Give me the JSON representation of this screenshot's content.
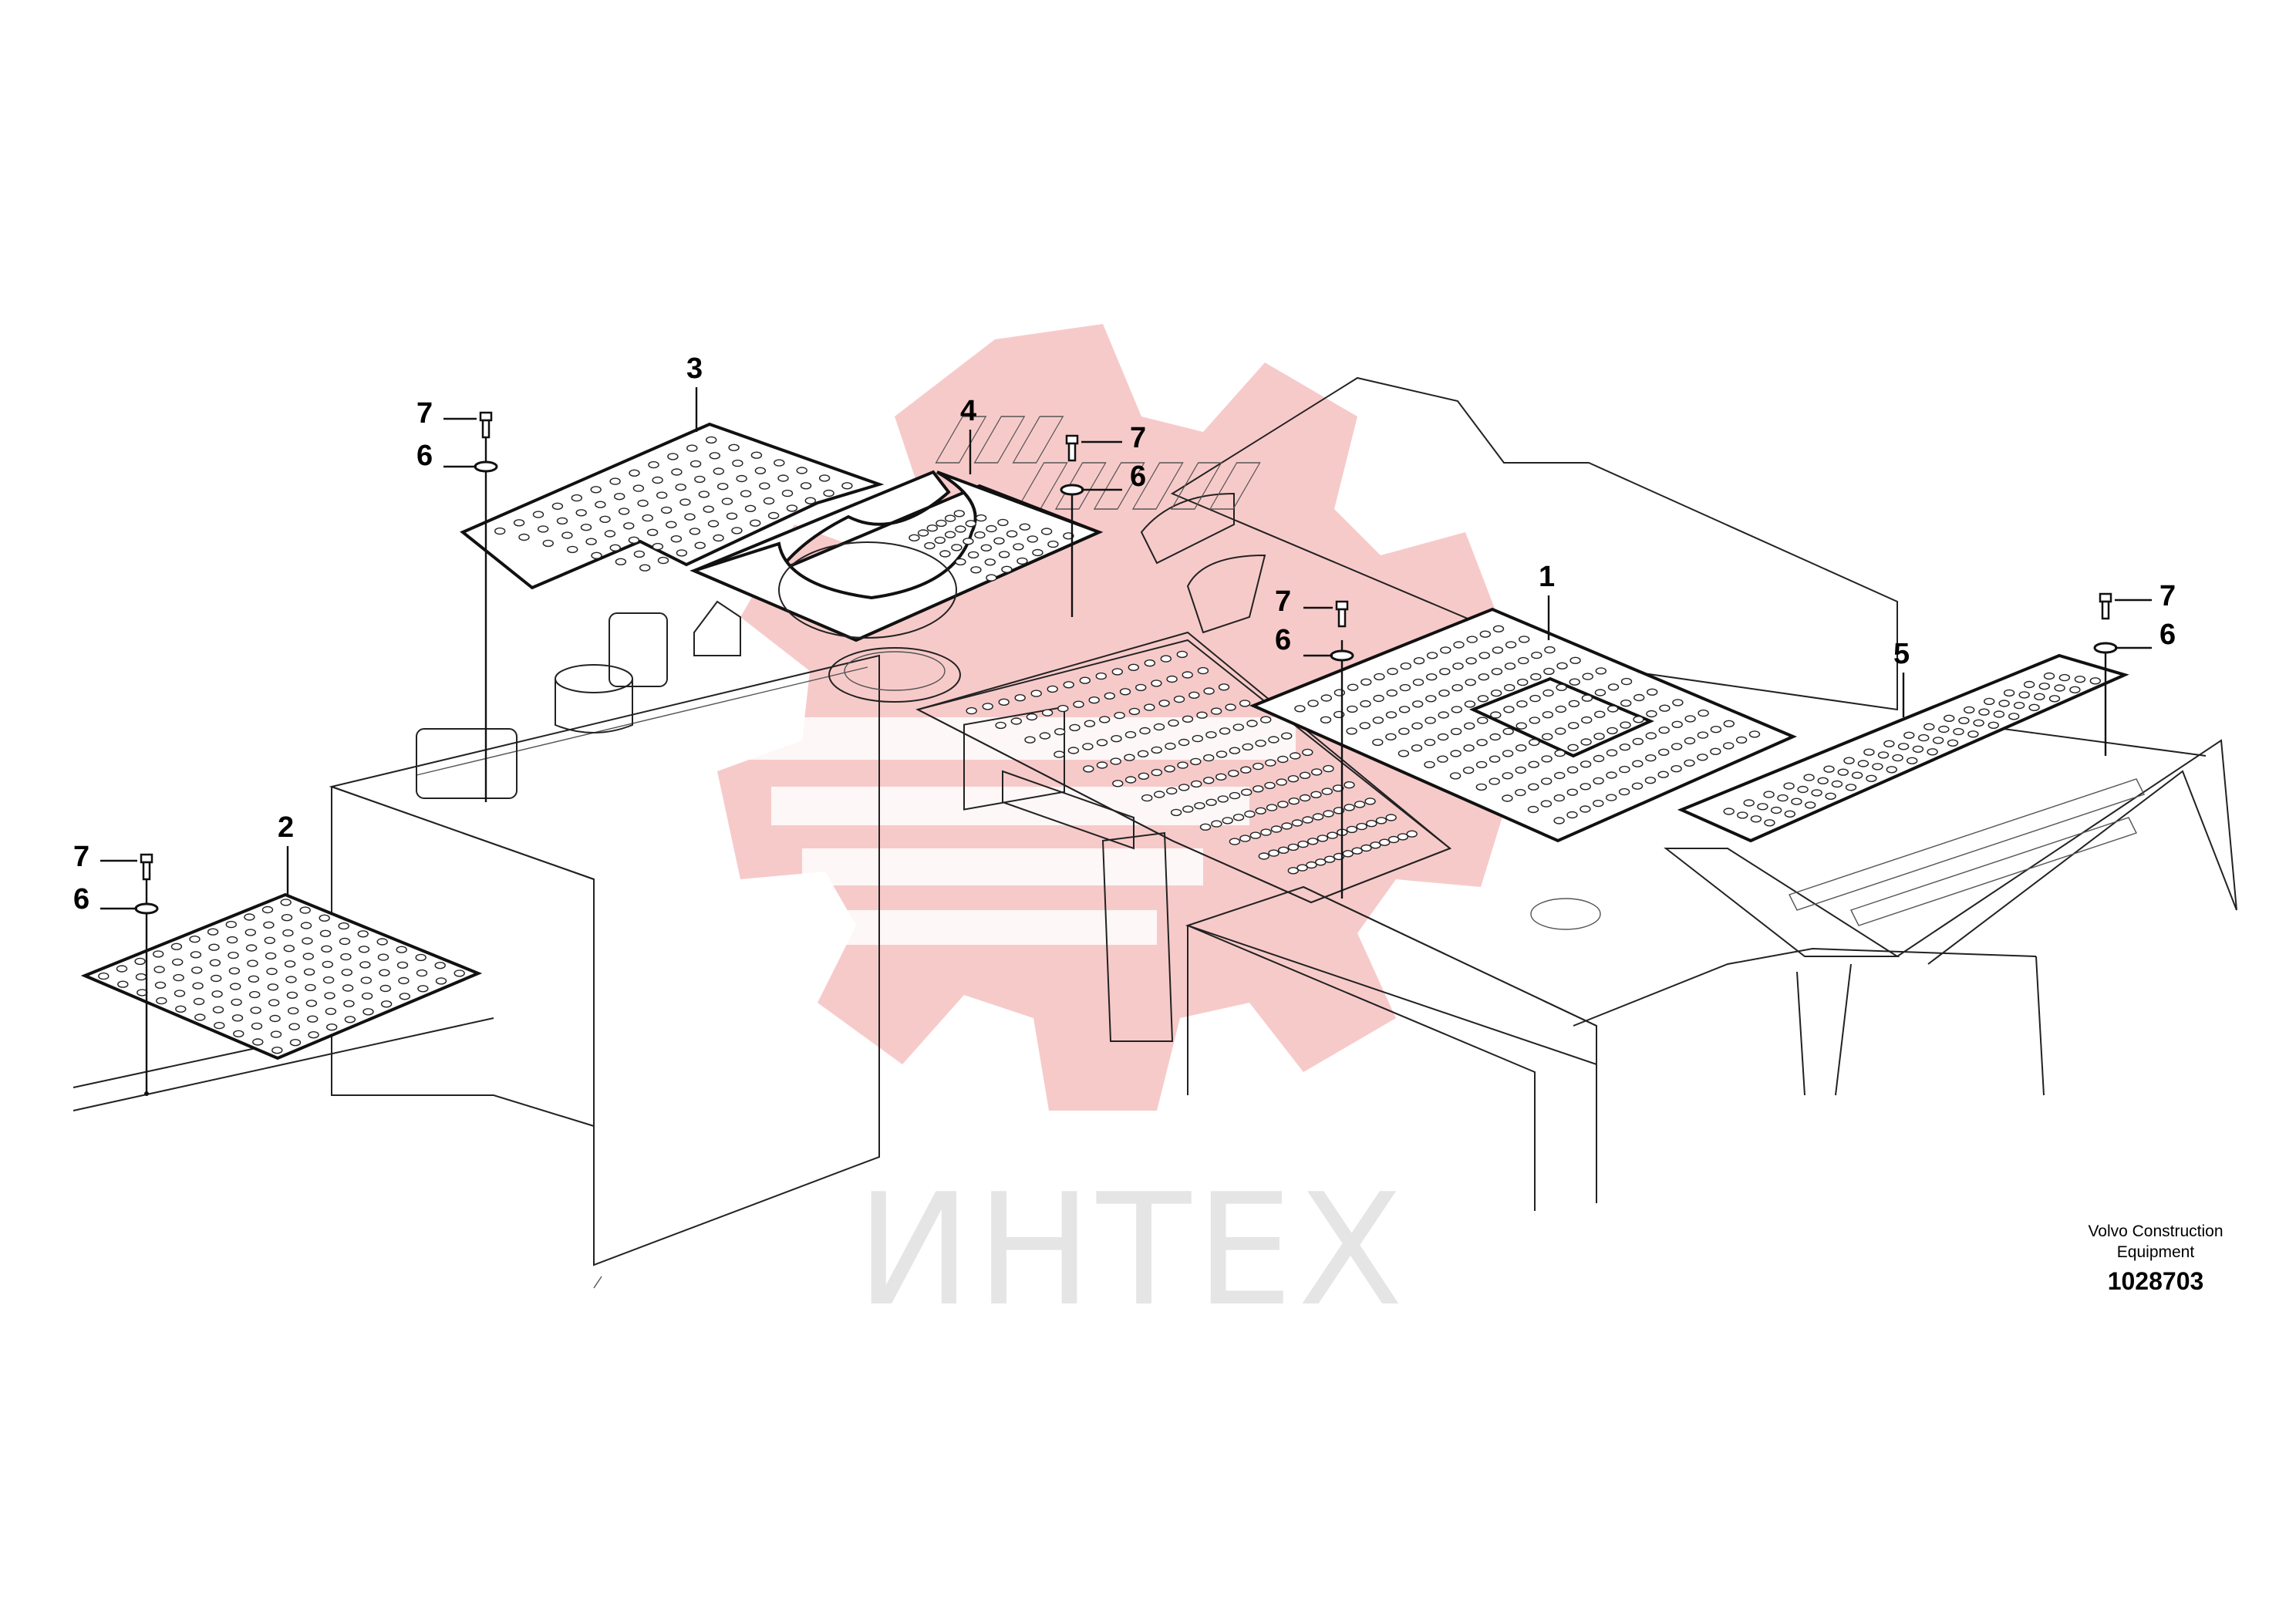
{
  "watermark": {
    "text": "ИНТЕХ",
    "gear_color": "#f4b5b5",
    "text_color": "#e3e3e3"
  },
  "callouts": {
    "plate_1": "1",
    "plate_2": "2",
    "plate_3": "3",
    "plate_4": "4",
    "plate_5": "5",
    "washer": "6",
    "screw": "7"
  },
  "footer": {
    "maker_line1": "Volvo Construction",
    "maker_line2": "Equipment",
    "drawing_number": "1028703"
  },
  "colors": {
    "line": "#222222",
    "background": "#ffffff"
  }
}
